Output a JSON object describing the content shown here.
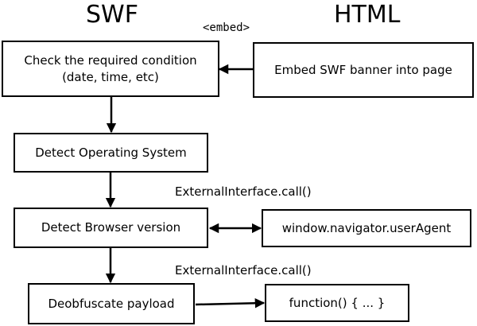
{
  "headings": {
    "left": "SWF",
    "right": "HTML"
  },
  "annotations": {
    "embed": "<embed>",
    "external_call_1": "ExternalInterface.call()",
    "external_call_2": "ExternalInterface.call()"
  },
  "nodes": {
    "check_condition": {
      "line1": "Check the required condition",
      "line2": "(date, time, etc)"
    },
    "embed_banner": "Embed SWF banner into page",
    "detect_os": "Detect Operating System",
    "detect_browser": "Detect Browser version",
    "user_agent": "window.navigator.userAgent",
    "deobfuscate": "Deobfuscate payload",
    "function_stub": "function() { ... }"
  }
}
